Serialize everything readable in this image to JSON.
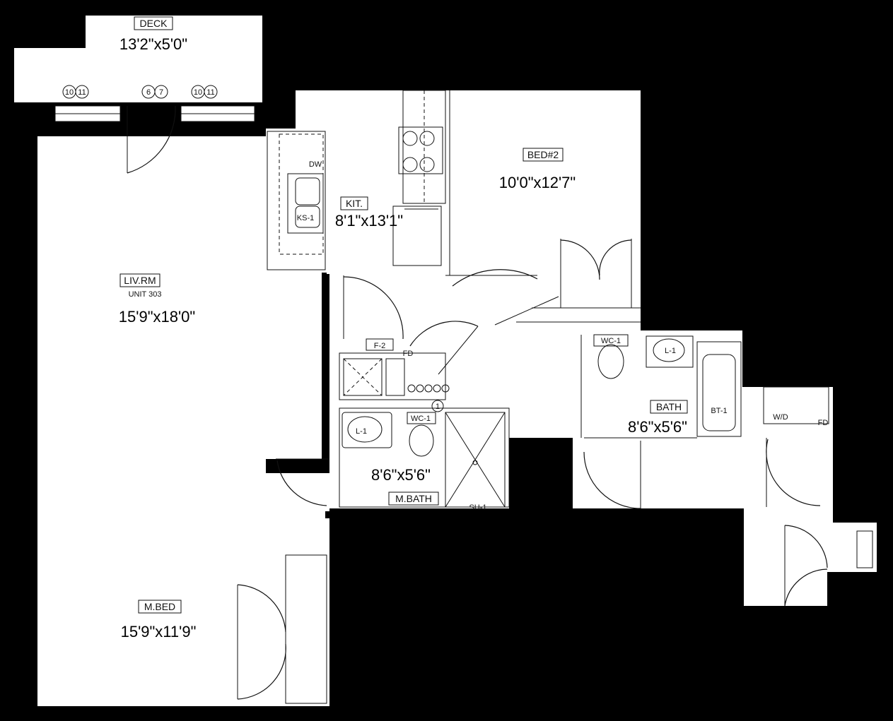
{
  "unit": "UNIT 303",
  "rooms": {
    "deck": {
      "tag": "DECK",
      "dim": "13'2\"x5'0\""
    },
    "living": {
      "tag": "LIV.RM",
      "dim": "15'9\"x18'0\""
    },
    "kitchen": {
      "tag": "KIT.",
      "dim": "8'1\"x13'1\""
    },
    "bed2": {
      "tag": "BED#2",
      "dim": "10'0\"x12'7\""
    },
    "master_bath": {
      "tag": "M.BATH",
      "dim": "8'6\"x5'6\""
    },
    "bath": {
      "tag": "BATH",
      "dim": "8'6\"x5'6\""
    },
    "master_bed": {
      "tag": "M.BED",
      "dim": "15'9\"x11'9\""
    }
  },
  "window_tags": {
    "left": [
      "10",
      "11"
    ],
    "middle": [
      "6",
      "7"
    ],
    "right": [
      "10",
      "11"
    ]
  },
  "fixtures": {
    "dishwasher": "DW",
    "kitchen_sink": "KS-1",
    "laundry": "F-2",
    "floor_drain": "FD",
    "lav": "L-1",
    "toilet": "WC-1",
    "shower": "SH-1",
    "tub": "BT-1",
    "washer_dryer": "W/D",
    "closet_tag": "1"
  }
}
